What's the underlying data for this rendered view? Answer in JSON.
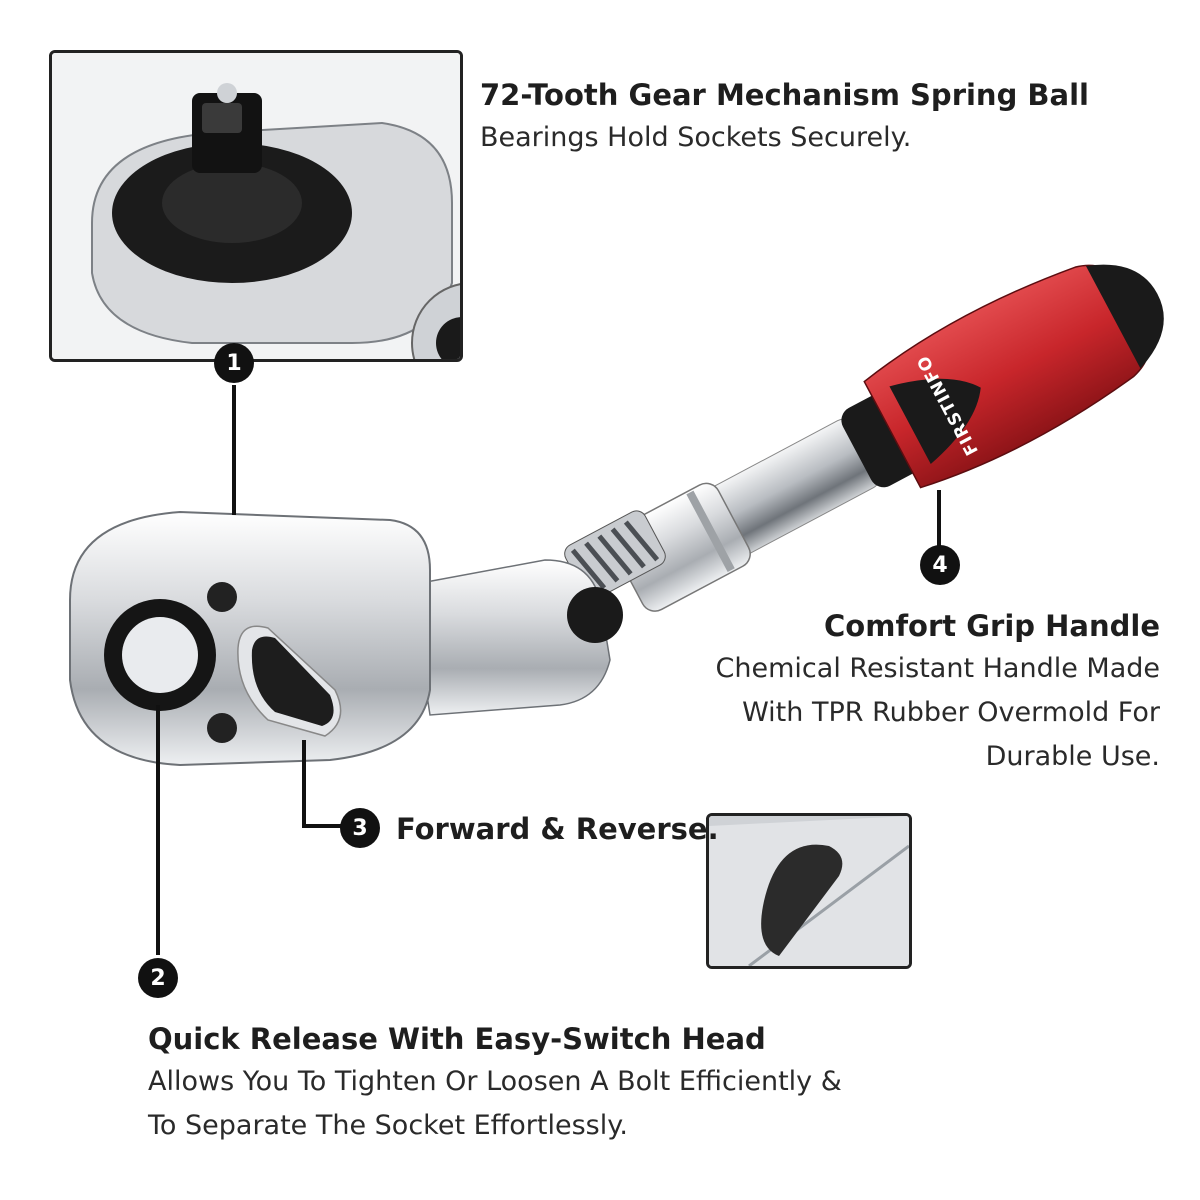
{
  "callouts": [
    {
      "number": "1",
      "title": "72-Tooth Gear Mechanism Spring Ball",
      "body": [
        "Bearings Hold Sockets Securely."
      ]
    },
    {
      "number": "2",
      "title": "Quick Release With Easy-Switch Head",
      "body": [
        "Allows You To Tighten Or Loosen A Bolt Efficiently &",
        "To Separate The Socket Effortlessly."
      ]
    },
    {
      "number": "3",
      "title": "Forward & Reverse.",
      "body": []
    },
    {
      "number": "4",
      "title": "Comfort Grip Handle",
      "body": [
        "Chemical Resistant Handle Made",
        "With TPR Rubber Overmold For",
        "Durable Use."
      ]
    }
  ],
  "brand_logo": "FIRSTINFO",
  "colors": {
    "handle_red": "#c8262b",
    "handle_black": "#1a1a1a",
    "chrome": "#d7d9dc",
    "marker": "#111111"
  }
}
